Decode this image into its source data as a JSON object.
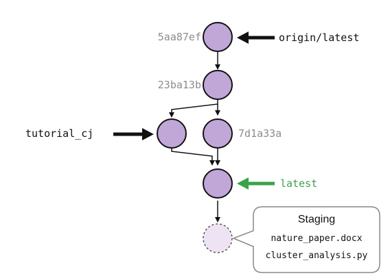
{
  "colors": {
    "commit_fill": "#c1a6d8",
    "staged_fill": "#ede3f2",
    "ref_arrow": "#111111",
    "current_branch": "#3aa34a",
    "hash_text": "#8c8c8c"
  },
  "commits": [
    {
      "hash": "5aa87ef"
    },
    {
      "hash": "23ba13b"
    },
    {
      "hash": "7d1a33a"
    },
    {
      "hash": ""
    }
  ],
  "refs": {
    "origin": "origin/latest",
    "tutorial": "tutorial_cj",
    "latest": "latest"
  },
  "staging": {
    "title": "Staging",
    "files": [
      "nature_paper.docx",
      "cluster_analysis.py"
    ]
  }
}
